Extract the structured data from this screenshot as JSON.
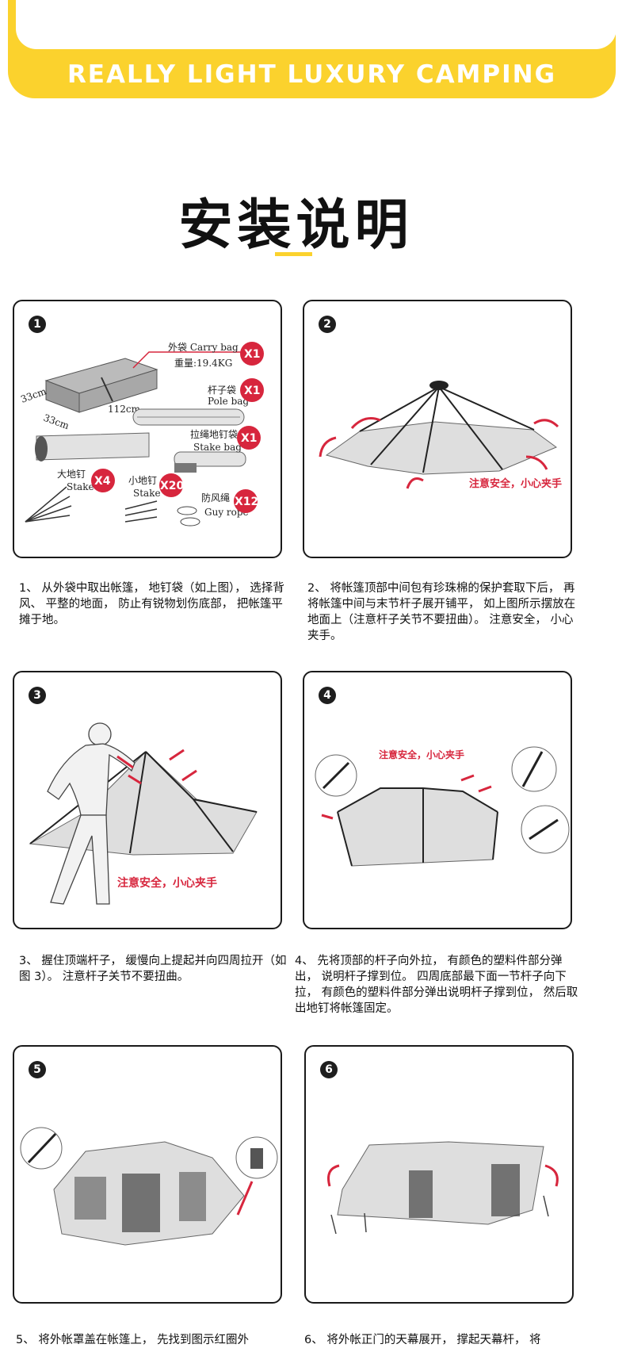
{
  "banner": {
    "text": "REALLY LIGHT LUXURY CAMPING"
  },
  "page_title": "安装说明",
  "colors": {
    "accent": "#fbd22d",
    "warning_red": "#d7263d",
    "badge_red": "#d7263d"
  },
  "steps": [
    {
      "number": "1",
      "labels": {
        "carry_bag": "外袋 Carry bag",
        "weight": "重量:19.4KG",
        "pole_bag_cn": "杆子袋",
        "pole_bag_en": "Pole bag",
        "stake_bag_cn": "拉绳地钉袋",
        "stake_bag_en": "Stake bag",
        "big_stake_cn": "大地钉",
        "big_stake_en": "Stake",
        "small_stake_cn": "小地钉",
        "small_stake_en": "Stake",
        "guy_rope_cn": "防风绳",
        "guy_rope_en": "Guy rope",
        "dim_height": "33cm",
        "dim_depth": "33cm",
        "dim_length": "112cm"
      },
      "badges": {
        "carry_bag": "X1",
        "pole_bag": "X1",
        "stake_bag": "X1",
        "big_stake": "X4",
        "small_stake": "X20",
        "guy_rope": "X12"
      },
      "caption": "1、 从外袋中取出帐篷， 地钉袋（如上图）， 选择背风、 平整的地面， 防止有锐物划伤底部， 把帐篷平摊于地。"
    },
    {
      "number": "2",
      "warning": "注意安全，小心夹手",
      "caption": "2、 将帐篷顶部中间包有珍珠棉的保护套取下后， 再将帐篷中间与末节杆子展开铺平， 如上图所示摆放在地面上（注意杆子关节不要扭曲）。 注意安全， 小心夹手。"
    },
    {
      "number": "3",
      "warning": "注意安全，小心夹手",
      "caption": "3、 握住顶端杆子， 缓慢向上提起并向四周拉开（如图 3）。 注意杆子关节不要扭曲。"
    },
    {
      "number": "4",
      "warning": "注意安全，小心夹手",
      "caption": "4、 先将顶部的杆子向外拉， 有颜色的塑料件部分弹出， 说明杆子撑到位。 四周底部最下面一节杆子向下拉， 有颜色的塑料件部分弹出说明杆子撑到位， 然后取出地钉将帐篷固定。"
    },
    {
      "number": "5",
      "caption": "5、 将外帐罩盖在帐篷上， 先找到图示红圈外"
    },
    {
      "number": "6",
      "caption": "6、 将外帐正门的天幕展开， 撑起天幕杆， 将"
    }
  ]
}
